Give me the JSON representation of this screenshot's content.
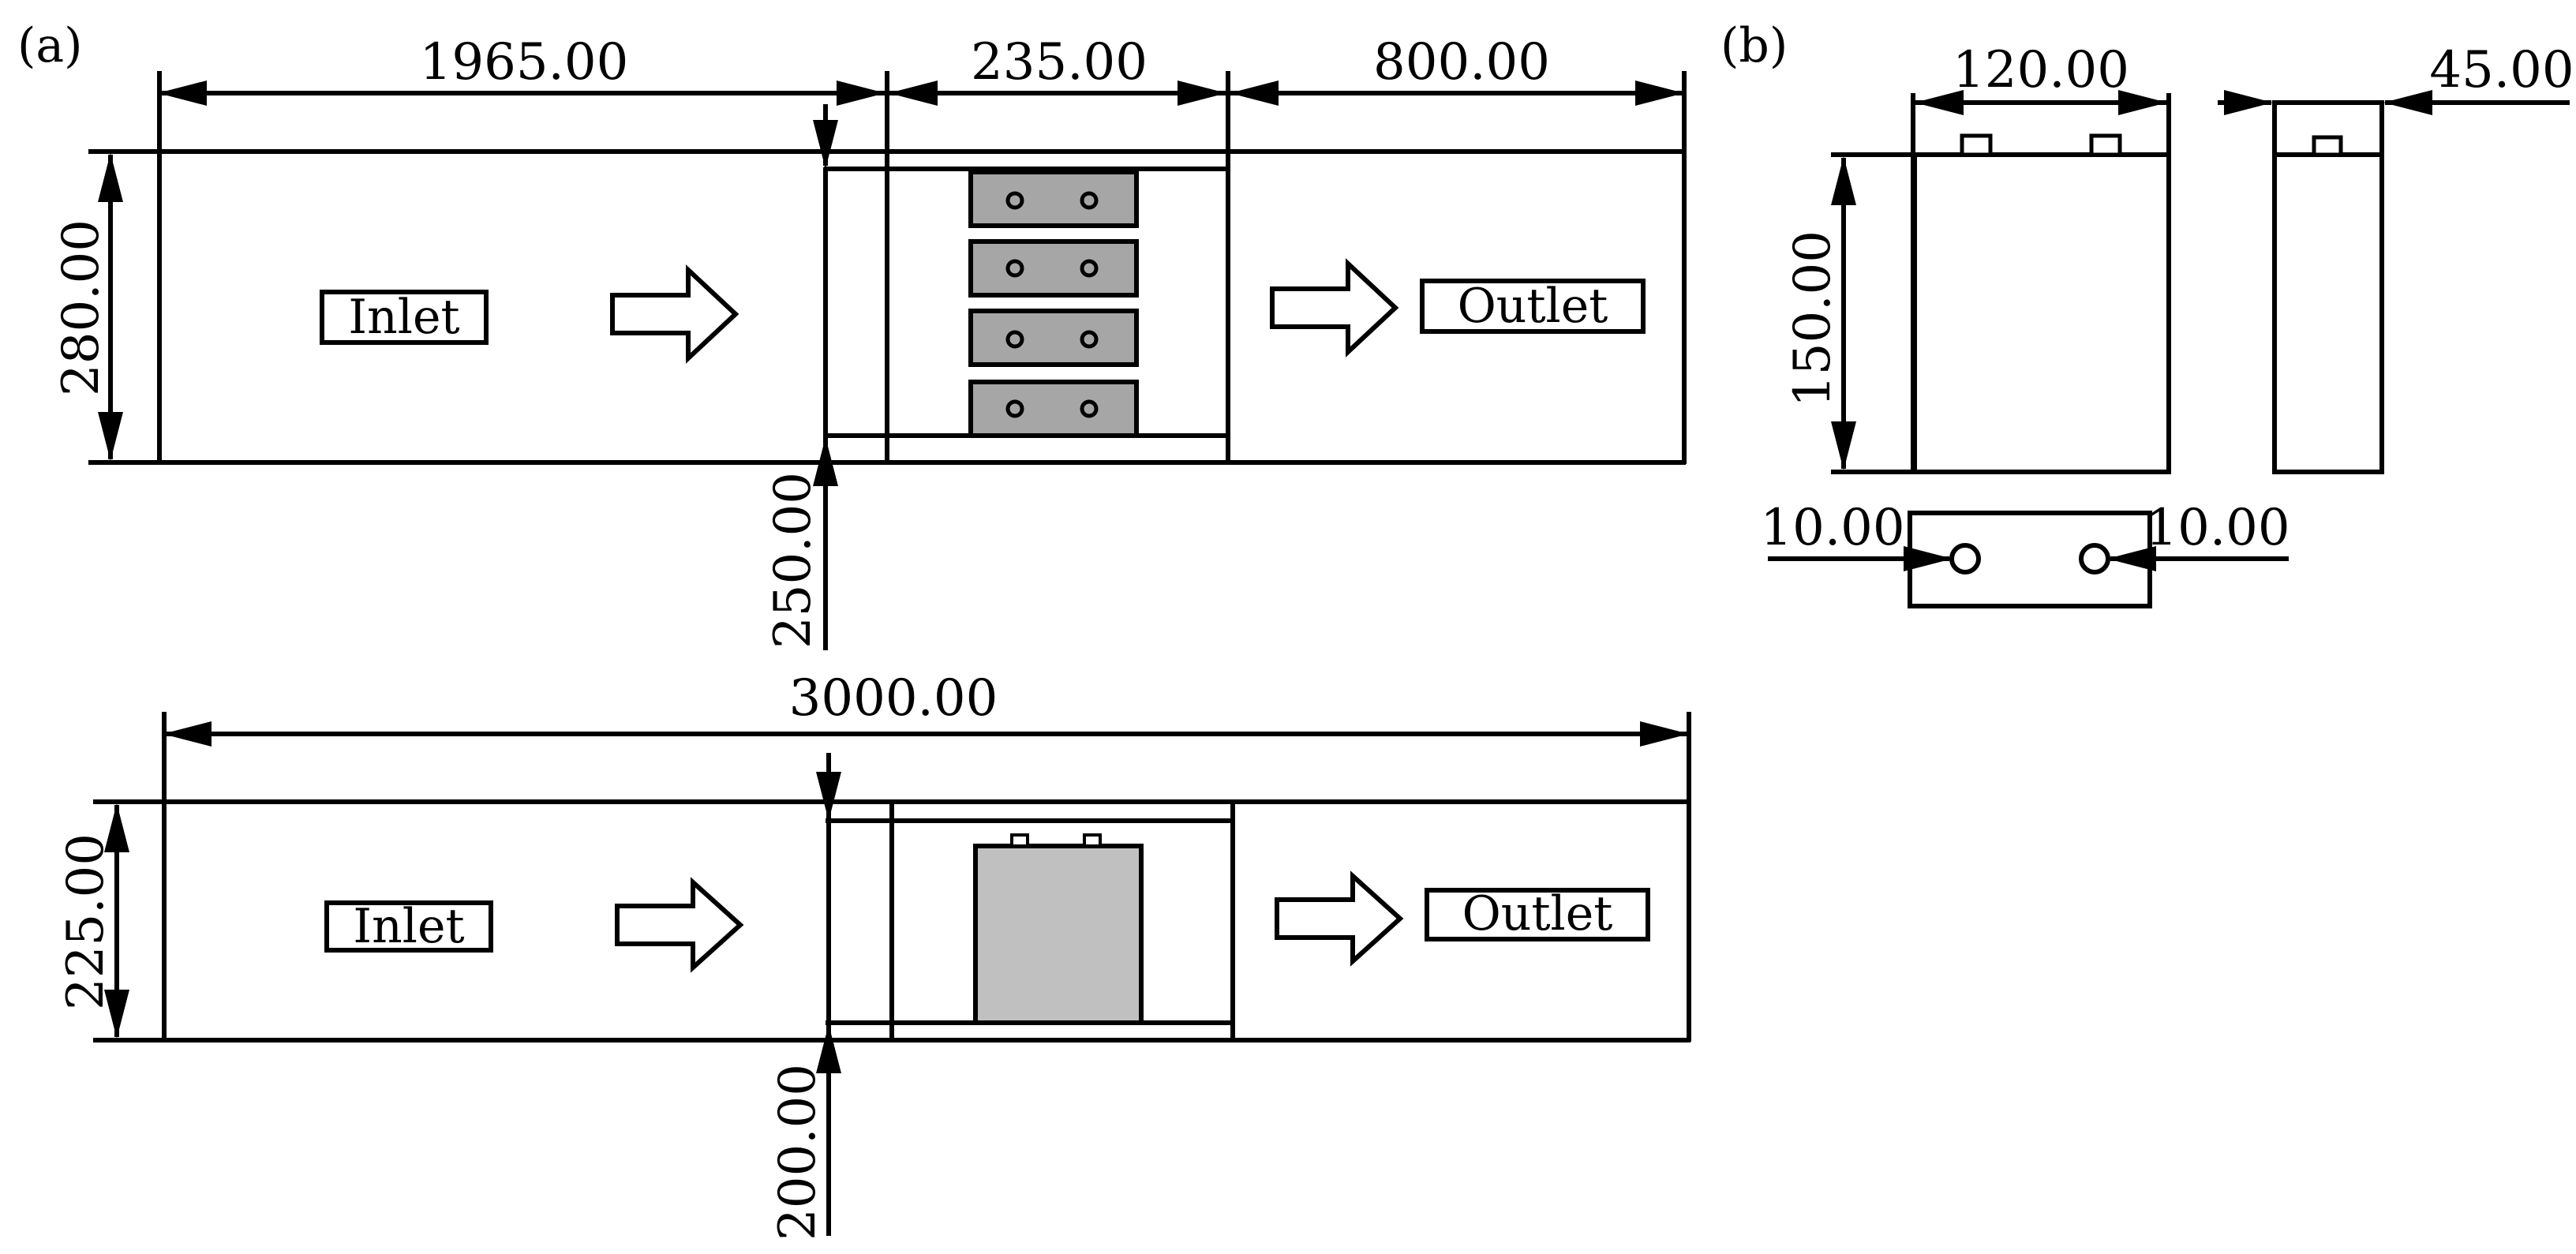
{
  "colors": {
    "line": "#000000",
    "cell_dark": "#a6a6a6",
    "cell_light": "#c0c0c0",
    "background": "#ffffff"
  },
  "panel_a": {
    "label": "(a)",
    "top_view": {
      "inlet_length": "1965.00",
      "cell_section_length": "235.00",
      "outlet_length": "800.00",
      "duct_height": "280.00",
      "cell_stack_height": "250.00",
      "inlet_label": "Inlet",
      "outlet_label": "Outlet",
      "cell_count": 4
    },
    "side_view": {
      "total_length": "3000.00",
      "duct_height": "225.00",
      "cell_height": "200.00",
      "inlet_label": "Inlet",
      "outlet_label": "Outlet"
    }
  },
  "panel_b": {
    "label": "(b)",
    "cell_width": "120.00",
    "cell_thickness": "45.00",
    "cell_height": "150.00",
    "terminal_offset_left": "10.00",
    "terminal_offset_right": "10.00"
  }
}
